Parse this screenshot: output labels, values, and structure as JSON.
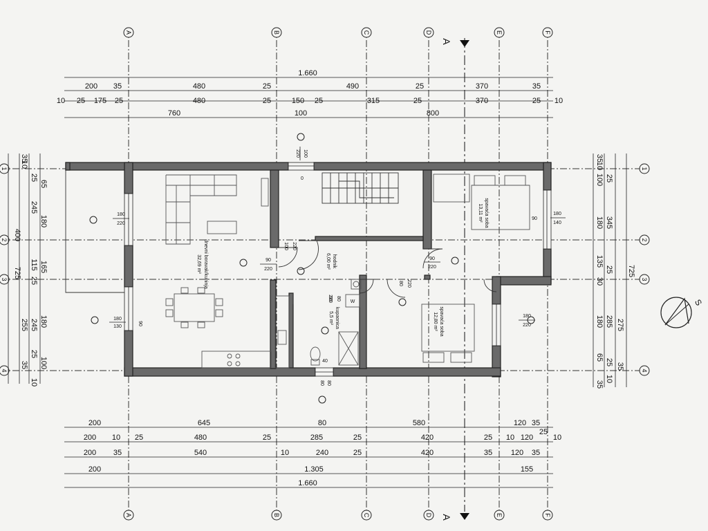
{
  "axes_cols": [
    {
      "id": "A",
      "label": "A"
    },
    {
      "id": "B",
      "label": "B"
    },
    {
      "id": "C",
      "label": "C"
    },
    {
      "id": "D",
      "label": "D"
    },
    {
      "id": "E",
      "label": "E"
    },
    {
      "id": "F",
      "label": "F"
    }
  ],
  "axes_rows": [
    {
      "id": "1",
      "label": "1"
    },
    {
      "id": "2",
      "label": "2"
    },
    {
      "id": "3",
      "label": "3"
    },
    {
      "id": "4",
      "label": "4"
    }
  ],
  "section_marker": "A",
  "north_label": "S",
  "dims_top": [
    [
      "1.660"
    ],
    [
      "200",
      "35",
      "480",
      "25",
      "490",
      "25",
      "370",
      "35"
    ],
    [
      "10",
      "25",
      "175",
      "25",
      "480",
      "25",
      "150",
      "25",
      "315",
      "25",
      "370",
      "25",
      "10"
    ],
    [
      "760",
      "100",
      "800"
    ]
  ],
  "dims_bottom": [
    [
      "200",
      "645",
      "80",
      "580",
      "120",
      "35"
    ],
    [
      "200",
      "10",
      "25",
      "480",
      "25",
      "285",
      "25",
      "420",
      "25",
      "10",
      "120",
      "25",
      "10"
    ],
    [
      "200",
      "35",
      "540",
      "10",
      "240",
      "25",
      "420",
      "35",
      "120",
      "35"
    ],
    [
      "200",
      "1.305",
      "155"
    ],
    [
      "1.660"
    ]
  ],
  "dims_left": [
    [
      "35",
      "10",
      "25",
      "65",
      "245",
      "180",
      "115",
      "25",
      "165",
      "255",
      "180",
      "245",
      "25",
      "35",
      "100",
      "10"
    ],
    [
      "400",
      "725"
    ]
  ],
  "dims_right": [
    [
      "35",
      "10",
      "100",
      "25",
      "180",
      "345",
      "135",
      "25",
      "30",
      "180",
      "285",
      "275",
      "65",
      "25",
      "35",
      "10",
      "35"
    ],
    [
      "725"
    ]
  ],
  "rooms": [
    {
      "id": "living",
      "name": "dnevni boravak/kuhinja",
      "area": "32,69 m²"
    },
    {
      "id": "hall",
      "name": "hodnik",
      "area": "6,00 m²"
    },
    {
      "id": "bath",
      "name": "kupaonica",
      "area": "5,5 m²"
    },
    {
      "id": "bed1",
      "name": "spavaća soba",
      "area": "13,11 m²"
    },
    {
      "id": "bed2",
      "name": "spavaća soba",
      "area": "12,80 m²"
    }
  ],
  "openings": [
    {
      "id": "win-top",
      "w": "100",
      "h": "220"
    },
    {
      "id": "win-left-top",
      "w": "180",
      "h": "220"
    },
    {
      "id": "win-left-bot",
      "w": "180",
      "h": "130"
    },
    {
      "id": "win-right-top",
      "w": "180",
      "h": "140"
    },
    {
      "id": "win-right-bot",
      "w": "180",
      "h": "220"
    },
    {
      "id": "door-living",
      "w": "90",
      "h": "220"
    },
    {
      "id": "door-hall",
      "w": "100",
      "h": "220"
    },
    {
      "id": "door-bed1",
      "w": "90",
      "h": "220"
    },
    {
      "id": "door-bed2",
      "w": "80",
      "h": "220"
    },
    {
      "id": "door-bath",
      "w": "80",
      "h": "220"
    },
    {
      "id": "win-bath",
      "w": "80",
      "h": "80"
    }
  ],
  "misc_labels": {
    "sill_0": "0",
    "sill_90a": "90",
    "sill_90b": "90",
    "sill_90c": "90",
    "sill_40": "40",
    "wm": "W"
  }
}
